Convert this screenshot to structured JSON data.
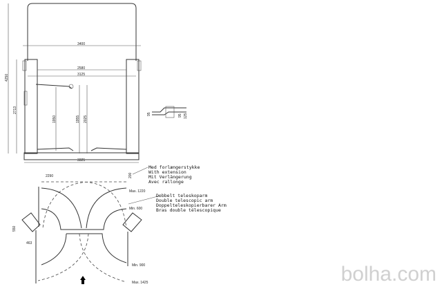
{
  "front_view": {
    "dims": {
      "total_height": "4250",
      "width_top": "3400",
      "inner_width": "2580",
      "between_columns": "3125",
      "column_height": "2713",
      "lift_height_1": "1950",
      "lift_height_2": "1955",
      "lift_height_3": "2025",
      "base_width": "3325"
    }
  },
  "arm_detail": {
    "dims": [
      "95",
      "95",
      "125"
    ]
  },
  "plan_view": {
    "dims": {
      "top_offset": "2290",
      "extension": "200",
      "arm_max_front": "Max. 1220",
      "arm_min_front": "Min. 600",
      "arm_min_rear": "Min. 900",
      "arm_max_rear": "Max. 1425",
      "pad_height": "550",
      "pad_width": "463"
    },
    "extension_note": [
      "Med forlængerstykke",
      "With extension",
      "Mit Verlängerung",
      "Avec rallonge"
    ],
    "telescopic_note": [
      "Dobbelt teleskoparm",
      "Double telescopic arm",
      "Doppelteleskopierbarer Arm",
      "Bras double télescopique"
    ]
  },
  "watermark": "bolha.com"
}
